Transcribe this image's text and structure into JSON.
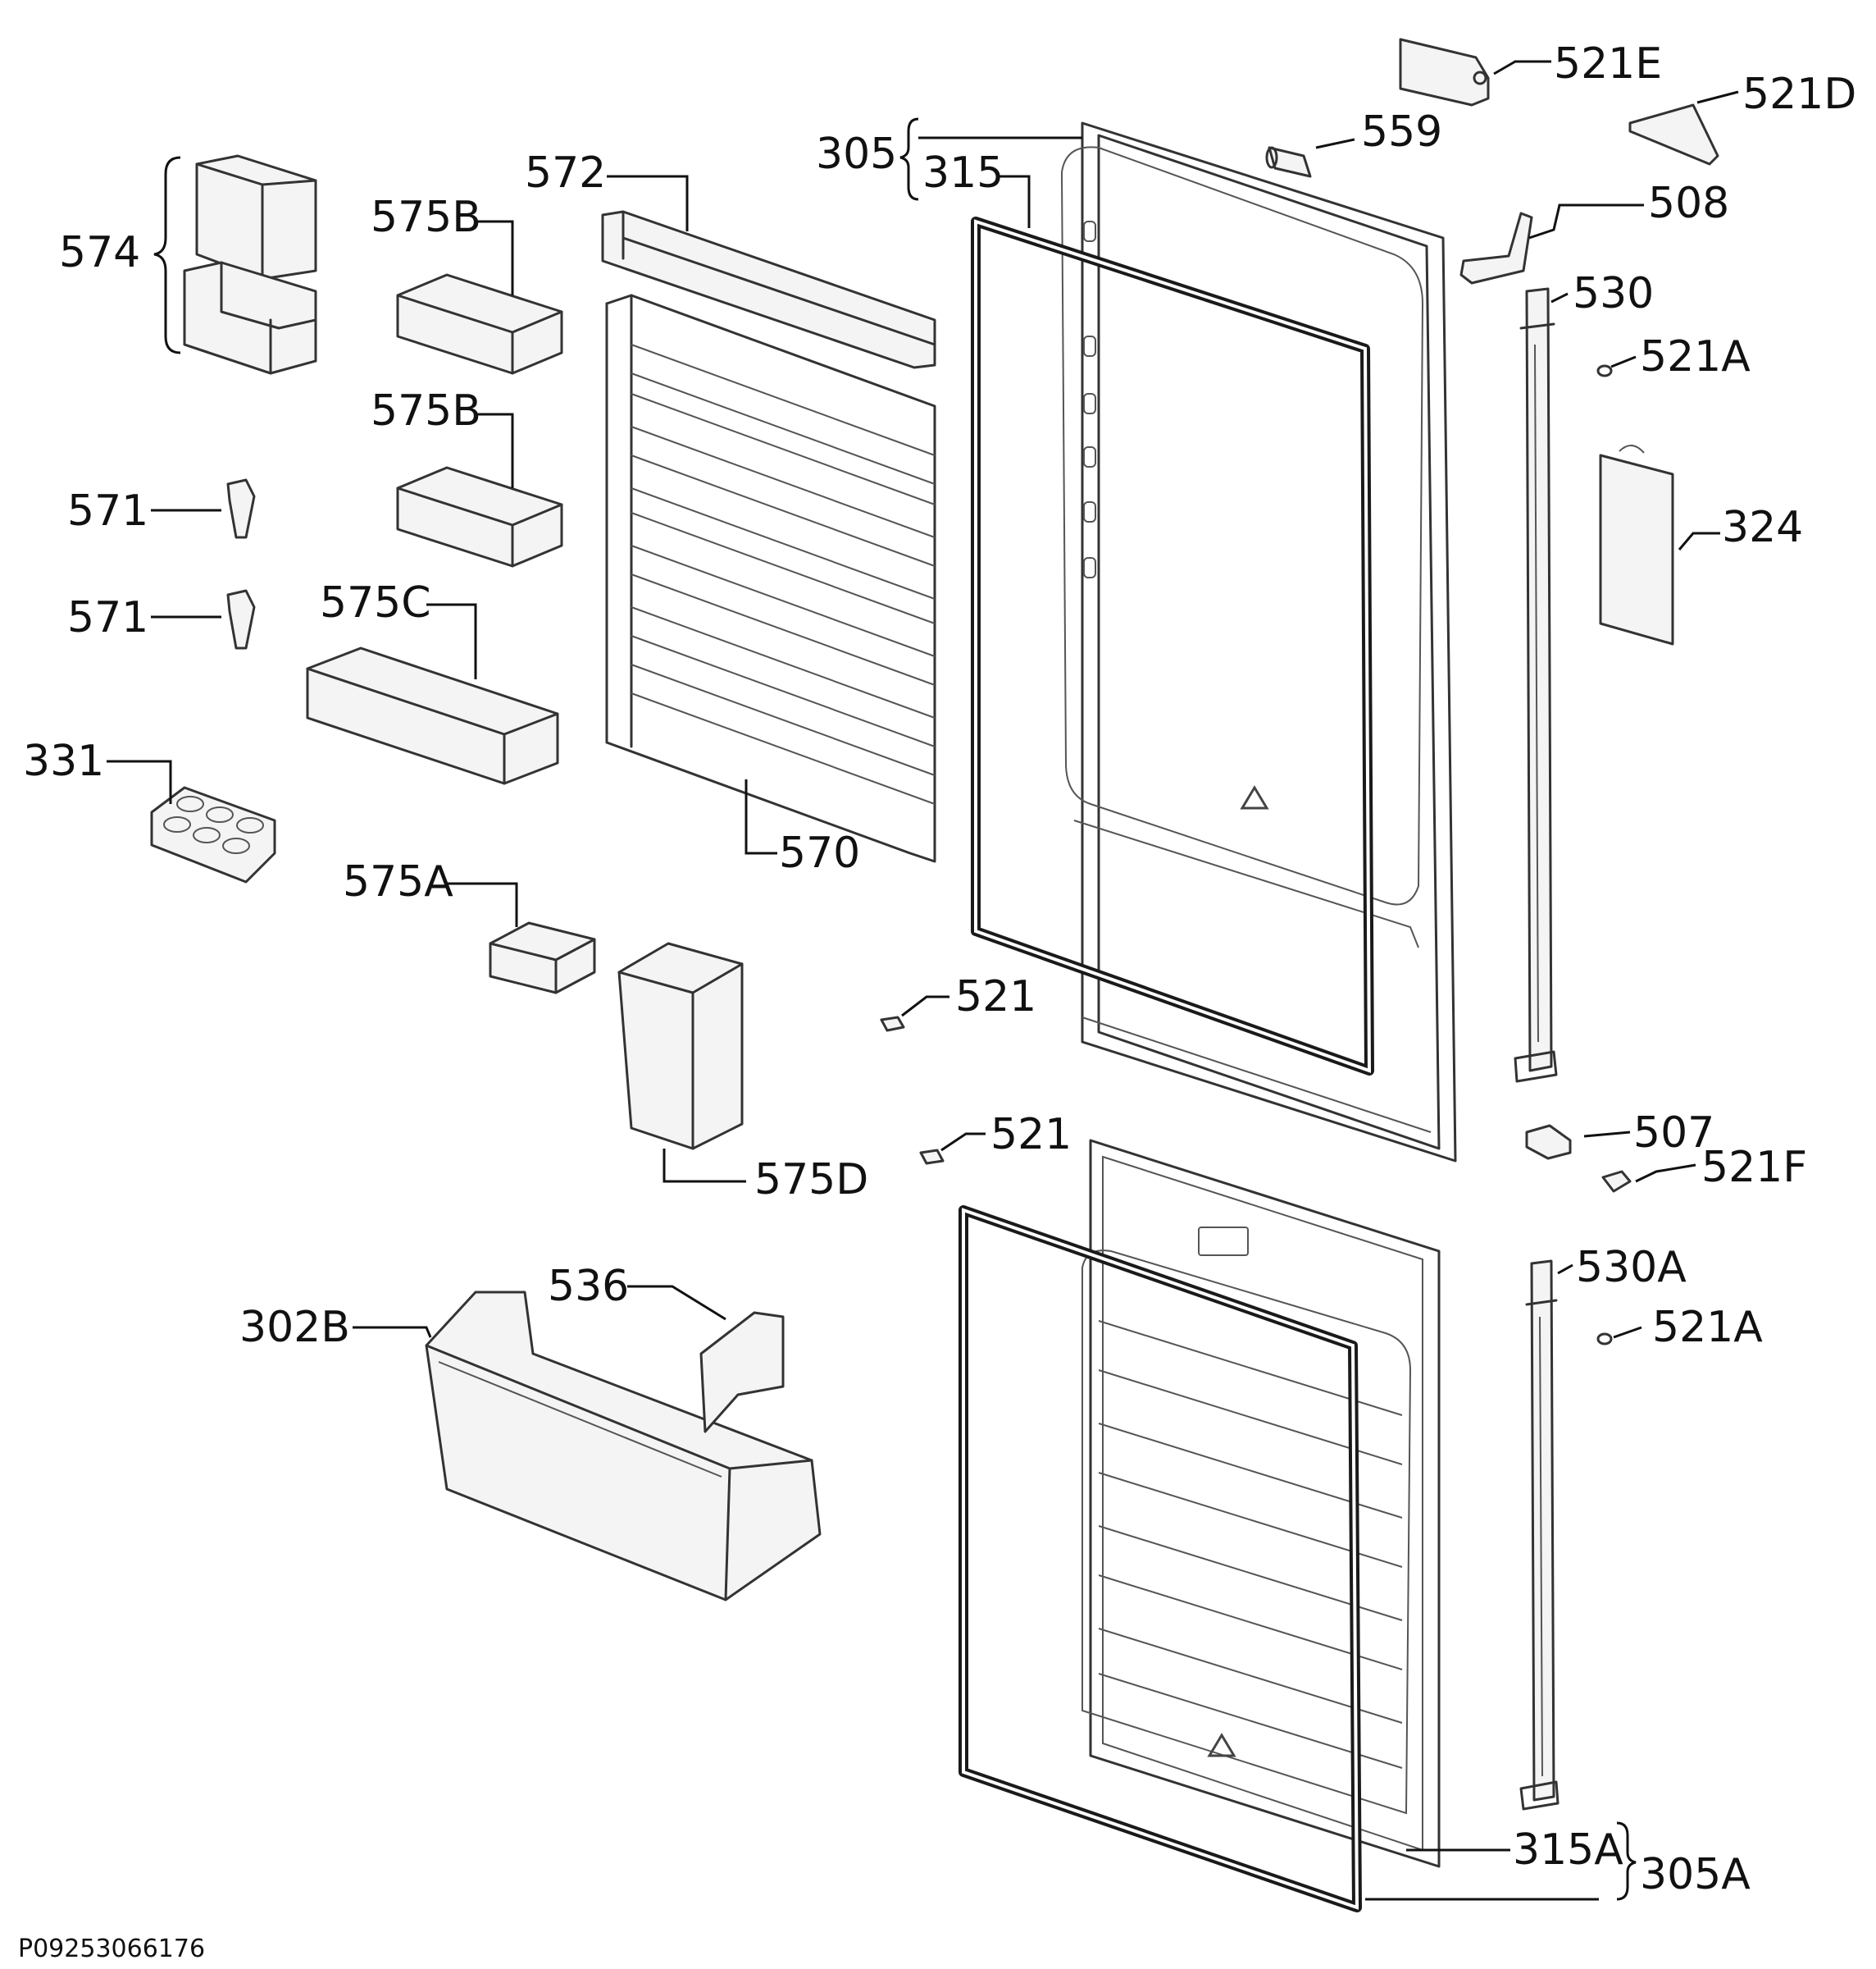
{
  "diagram": {
    "labels": {
      "l574": "574",
      "l575b_1": "575B",
      "l575b_2": "575B",
      "l572": "572",
      "l305": "305",
      "l315": "315",
      "l559": "559",
      "l521e": "521E",
      "l521d": "521D",
      "l508": "508",
      "l530": "530",
      "l521a_1": "521A",
      "l324": "324",
      "l571_1": "571",
      "l571_2": "571",
      "l575c": "575C",
      "l331": "331",
      "l570": "570",
      "l575a": "575A",
      "l521_1": "521",
      "l521_2": "521",
      "l507": "507",
      "l521f": "521F",
      "l575d": "575D",
      "l530a": "530A",
      "l521a_2": "521A",
      "l302b": "302B",
      "l536": "536",
      "l315a": "315A",
      "l305a": "305A"
    },
    "drawing_code": "P09253066176"
  }
}
